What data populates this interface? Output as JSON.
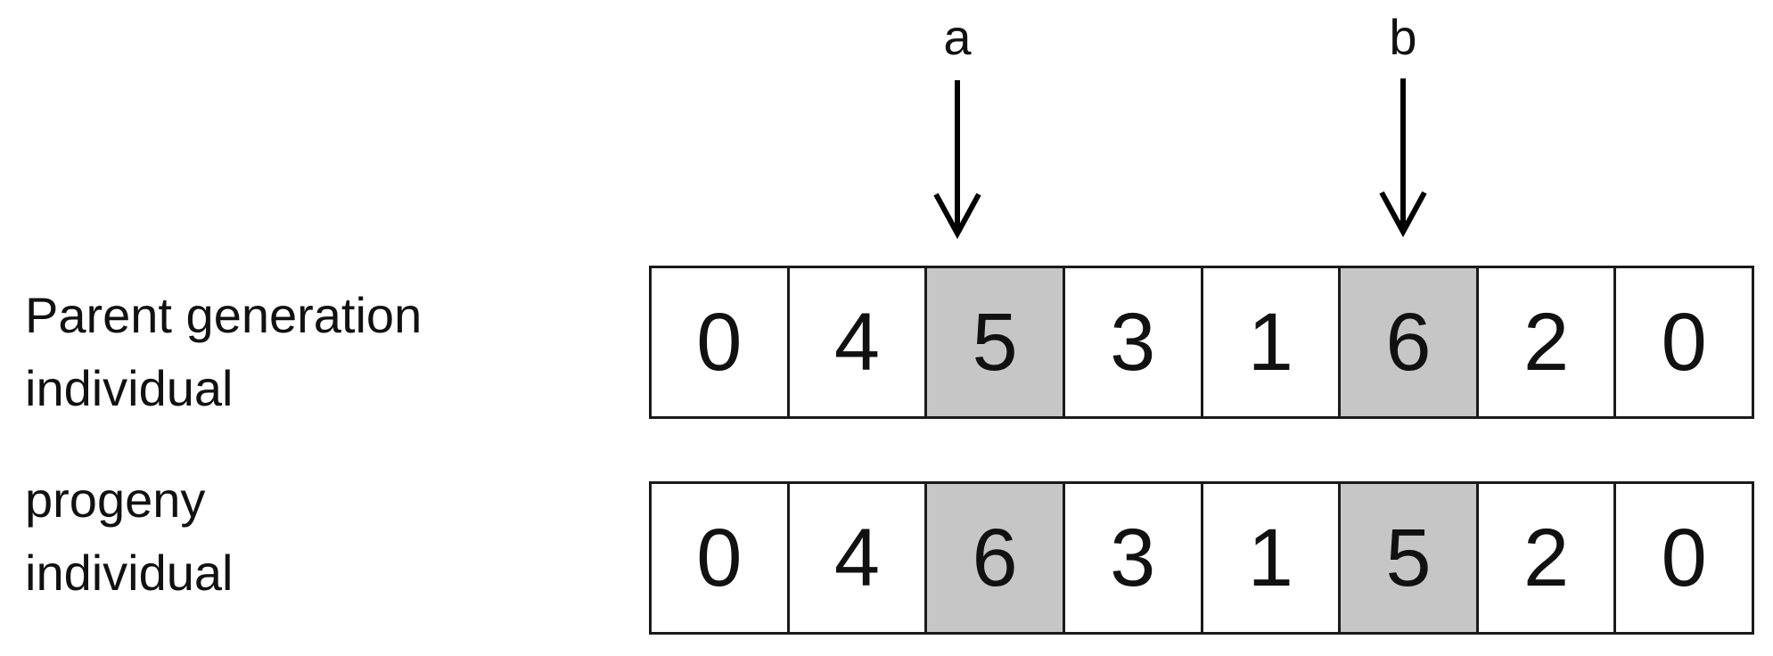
{
  "markers": {
    "a": "a",
    "b": "b"
  },
  "rows": {
    "parent": {
      "label_lines": [
        "Parent generation",
        "individual"
      ],
      "values": [
        "0",
        "4",
        "5",
        "3",
        "1",
        "6",
        "2",
        "0"
      ]
    },
    "progeny": {
      "label_lines": [
        "progeny",
        "individual"
      ],
      "values": [
        "0",
        "4",
        "6",
        "3",
        "1",
        "5",
        "2",
        "0"
      ]
    }
  },
  "highlighted_positions": [
    2,
    5
  ],
  "colors": {
    "highlight": "#c6c6c6",
    "border": "#1a1a1a",
    "text": "#111111",
    "background": "#ffffff"
  }
}
